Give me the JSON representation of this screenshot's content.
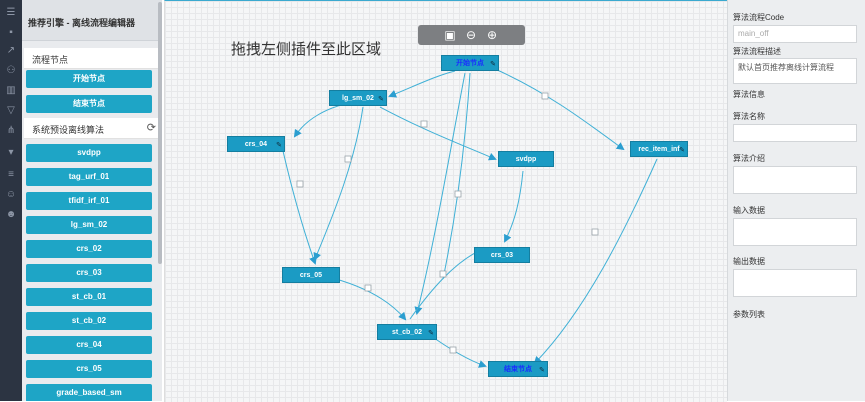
{
  "palette": {
    "title": "推荐引擎 - 离线流程编辑器",
    "flow_section": "流程节点",
    "flow_items": [
      "开始节点",
      "结束节点"
    ],
    "algo_section": "系统预设离线算法",
    "algo_items": [
      "svdpp",
      "tag_urf_01",
      "tfidf_irf_01",
      "lg_sm_02",
      "crs_02",
      "crs_03",
      "st_cb_01",
      "st_cb_02",
      "crs_04",
      "crs_05",
      "grade_based_sm"
    ]
  },
  "canvas": {
    "hint": "拖拽左侧插件至此区域",
    "toolbar": {
      "save_icon": "save-icon",
      "zoom_out_icon": "zoom-out-icon",
      "zoom_in_icon": "zoom-in-icon"
    },
    "nodes": {
      "start": "开始节点",
      "lg_sm_02": "lg_sm_02",
      "crs_04": "crs_04",
      "svdpp": "svdpp",
      "rec_item_inf": "rec_item_inf",
      "crs_03": "crs_03",
      "crs_05": "crs_05",
      "st_cb_02": "st_cb_02",
      "end": "结束节点"
    }
  },
  "props": {
    "code_label": "算法流程Code",
    "code_placeholder": "main_off",
    "desc_label": "算法流程描述",
    "desc_value": "默认首页推荐离线计算流程",
    "info_label": "算法信息",
    "name_label": "算法名称",
    "intro_label": "算法介绍",
    "input_label": "输入数据",
    "output_label": "输出数据",
    "params_label": "参数列表"
  },
  "colors": {
    "node": "#1b9bc4",
    "edge": "#3fb0d6",
    "rail": "#2c3442",
    "chevron": "#b0243a"
  }
}
